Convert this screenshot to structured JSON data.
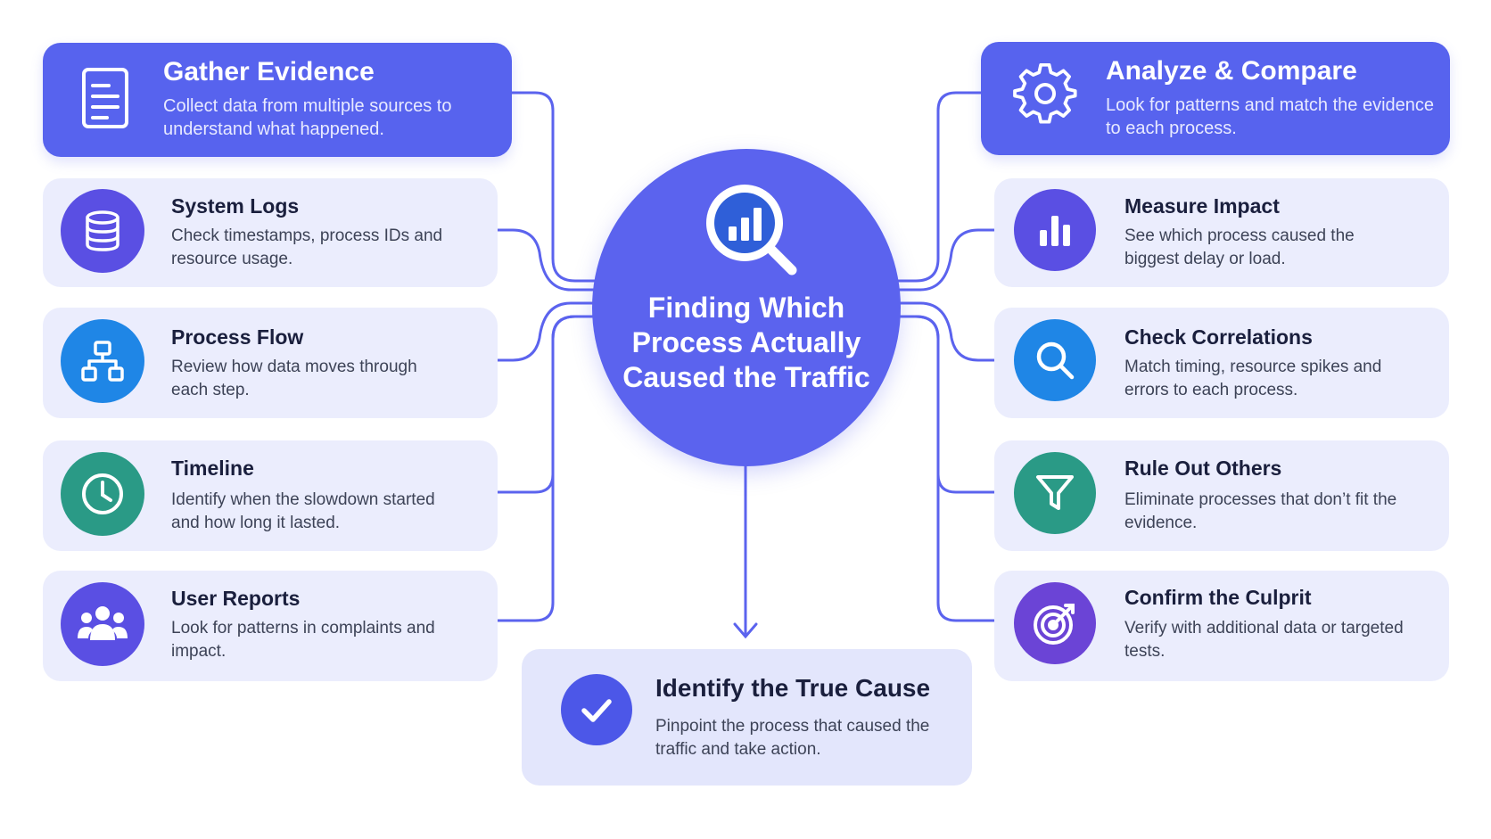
{
  "colors": {
    "accent": "#5763ee",
    "card_bg": "#ebedfd",
    "connector": "#5b63ee",
    "icon_db": "#5a4fe3",
    "icon_flow": "#1f86e6",
    "icon_timeline": "#2a9a86",
    "icon_users": "#5a4fe3",
    "icon_chart": "#5a4fe3",
    "icon_search": "#1f86e6",
    "icon_filter": "#2a9a86",
    "icon_target": "#6b44d6",
    "icon_check": "#4c57e8"
  },
  "center": {
    "title": "Finding Which Process Actually Caused the Traffic",
    "icon": "magnifier-chart-icon"
  },
  "left": {
    "header": {
      "title": "Gather Evidence",
      "desc": "Collect data from multiple sources to understand what happened.",
      "icon": "document-icon"
    },
    "items": [
      {
        "title": "System Logs",
        "desc": "Check timestamps, process IDs and resource usage.",
        "icon": "database-icon"
      },
      {
        "title": "Process Flow",
        "desc": "Review how data moves through each step.",
        "icon": "hierarchy-icon"
      },
      {
        "title": "Timeline",
        "desc": "Identify when the slowdown started and how long it lasted.",
        "icon": "clock-icon"
      },
      {
        "title": "User Reports",
        "desc": "Look for patterns in complaints and impact.",
        "icon": "users-icon"
      }
    ]
  },
  "right": {
    "header": {
      "title": "Analyze & Compare",
      "desc": "Look for patterns and match the evidence to each process.",
      "icon": "gear-icon"
    },
    "items": [
      {
        "title": "Measure Impact",
        "desc": "See which process caused the biggest delay or load.",
        "icon": "bar-chart-icon"
      },
      {
        "title": "Check Correlations",
        "desc": "Match timing, resource spikes and errors to each process.",
        "icon": "search-icon"
      },
      {
        "title": "Rule Out Others",
        "desc": "Eliminate processes that don’t fit the evidence.",
        "icon": "filter-icon"
      },
      {
        "title": "Confirm the Culprit",
        "desc": "Verify with additional data or targeted tests.",
        "icon": "target-icon"
      }
    ]
  },
  "bottom": {
    "title": "Identify the True Cause",
    "desc": "Pinpoint the process that caused the traffic and take action.",
    "icon": "check-circle-icon"
  }
}
